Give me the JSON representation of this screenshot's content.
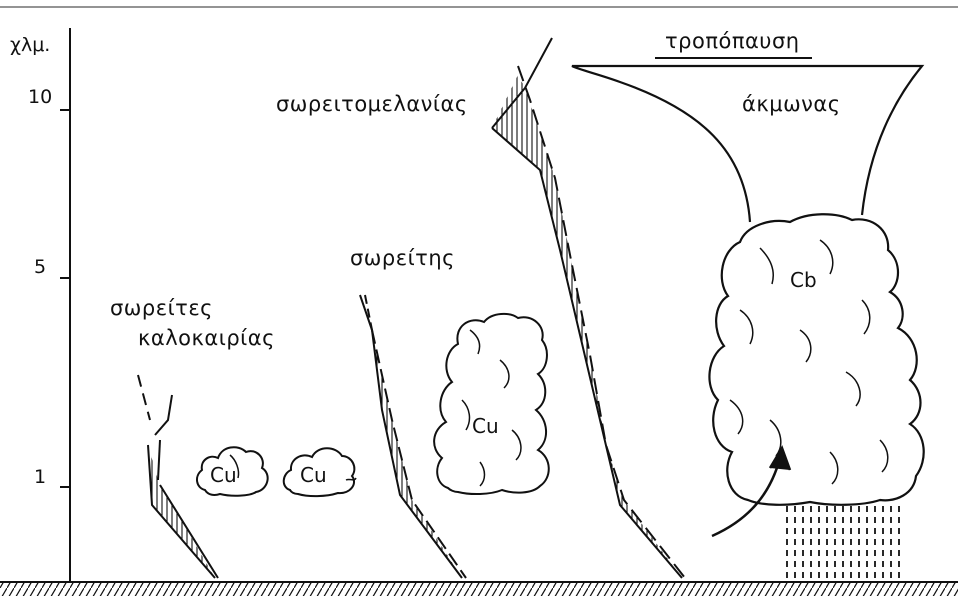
{
  "axis": {
    "unit": "χλμ.",
    "ticks": [
      "10",
      "5",
      "1"
    ]
  },
  "labels": {
    "tropopause": "τροπόπαυση",
    "anvil": "άκμωνας",
    "cumulonimbus_stage": "σωρειτομελανίας",
    "cumulus_stage": "σωρείτης",
    "fair_weather_line1": "σωρείτες",
    "fair_weather_line2": "καλοκαιρίας"
  },
  "clouds": {
    "small_1": "Cu",
    "small_2": "Cu",
    "towering": "Cu",
    "cumulonimbus": "Cb"
  },
  "colors": {
    "ink": "#111111",
    "paper": "#ffffff"
  }
}
